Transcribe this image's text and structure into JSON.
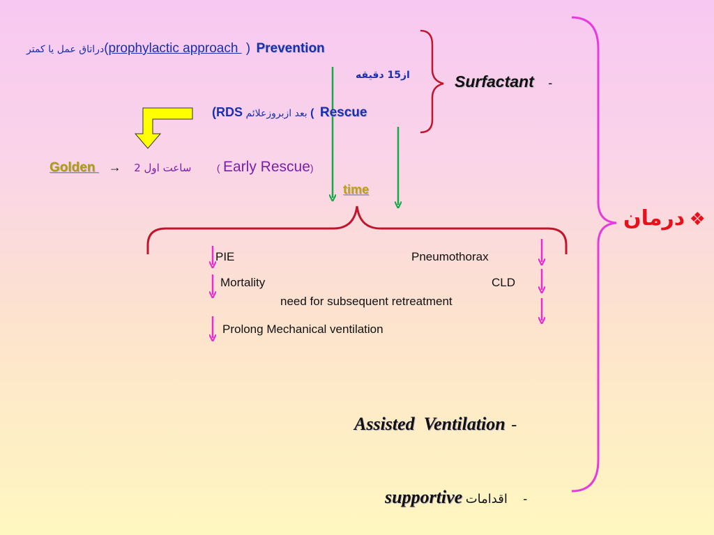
{
  "treatment": {
    "title": "درمان",
    "bullet": "❖"
  },
  "surfactant": {
    "label": "Surfactant",
    "dash": "-"
  },
  "prevention": {
    "fa_text": "دراتاق عمل یا کمتر",
    "open_paren": "(",
    "approach": "prophylactic approach ",
    "close_paren": ")",
    "label": "Prevention",
    "minutes": "از15 دقیقه"
  },
  "rescue": {
    "open_paren": "(",
    "rds": "RDS",
    "fa_text": "بعد ازبروزعلائم",
    "close_paren": "(",
    "label": "Rescue"
  },
  "golden": {
    "label": "Golden ",
    "arrow": "→",
    "hours": "2 ساعت اول",
    "early_open": "(",
    "early": "Early Rescue",
    "early_close": ")",
    "time": "time"
  },
  "outcomes": {
    "pie": "PIE",
    "pneumothorax": "Pneumothorax",
    "mortality": "Mortality",
    "cld": "CLD",
    "retreatment": "need for subsequent retreatment",
    "ventilation": "Prolong Mechanical ventilation"
  },
  "assisted": {
    "label": "Assisted  Ventilation",
    "dash": "-"
  },
  "supportive": {
    "label": "supportive",
    "fa_text": "اقدامات",
    "dash": "-"
  },
  "colors": {
    "brace_red": "#c0162c",
    "brace_magenta": "#e83bdc",
    "arrow_green": "#18a84a",
    "arrow_magenta": "#ea2bd0",
    "block_arrow_yellow": "#ffff00",
    "golden_text": "#b09a10",
    "time_text": "#c2a012",
    "title_red": "#e8101a"
  }
}
